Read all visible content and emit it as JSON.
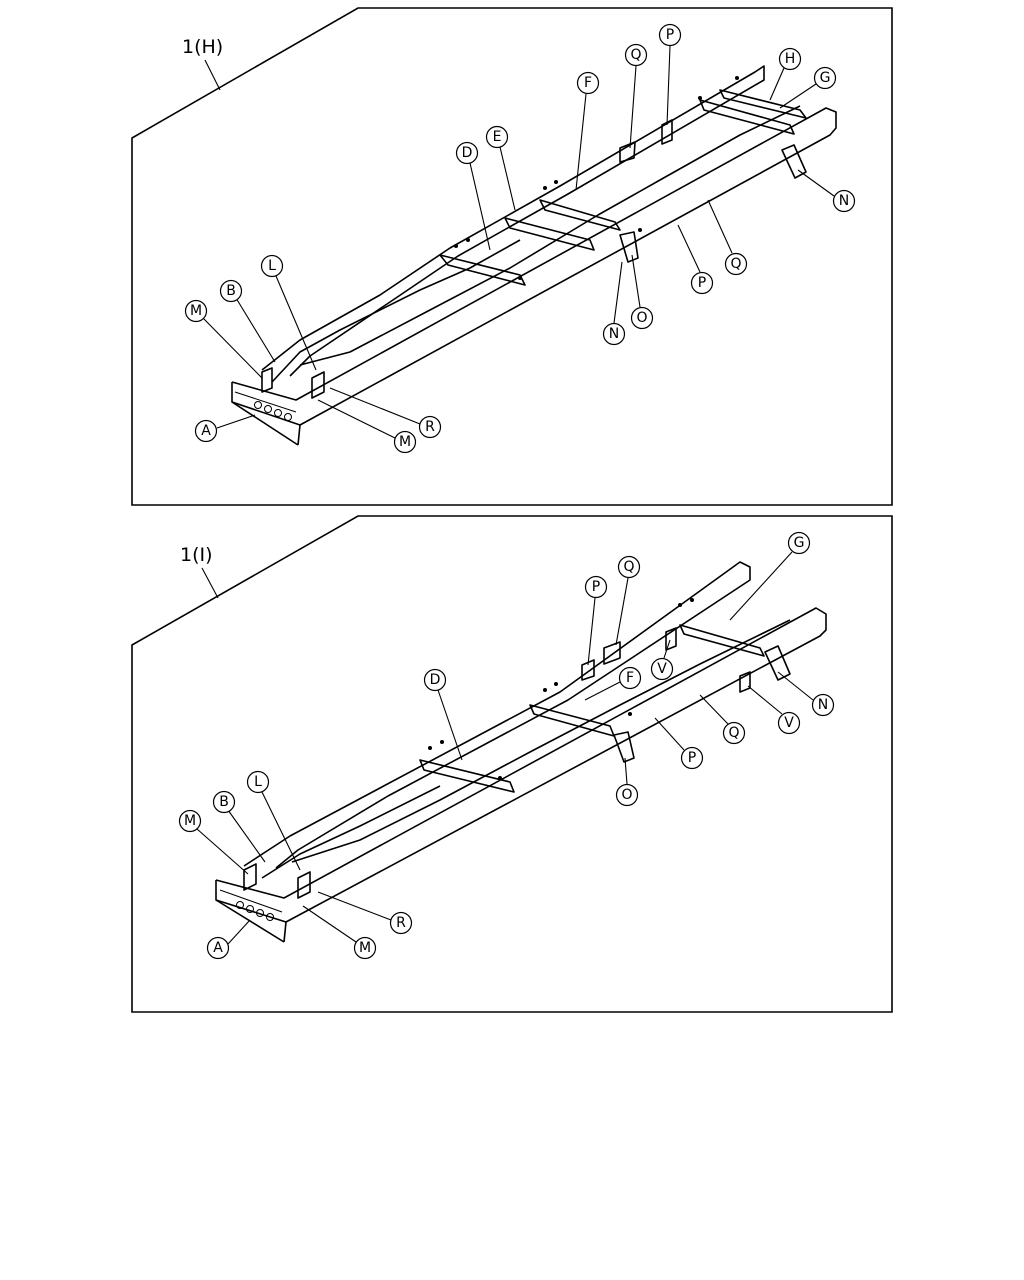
{
  "panels": [
    {
      "title": "1(H)",
      "callouts": [
        "A",
        "B",
        "M",
        "M",
        "L",
        "R",
        "D",
        "E",
        "F",
        "Q",
        "P",
        "H",
        "G",
        "N",
        "Q",
        "P",
        "O",
        "N"
      ]
    },
    {
      "title": "1(I)",
      "callouts": [
        "A",
        "B",
        "M",
        "M",
        "L",
        "R",
        "D",
        "P",
        "Q",
        "F",
        "G",
        "V",
        "N",
        "V",
        "Q",
        "P",
        "O"
      ]
    }
  ],
  "colors": {
    "line": "#000000",
    "background": "#ffffff"
  }
}
